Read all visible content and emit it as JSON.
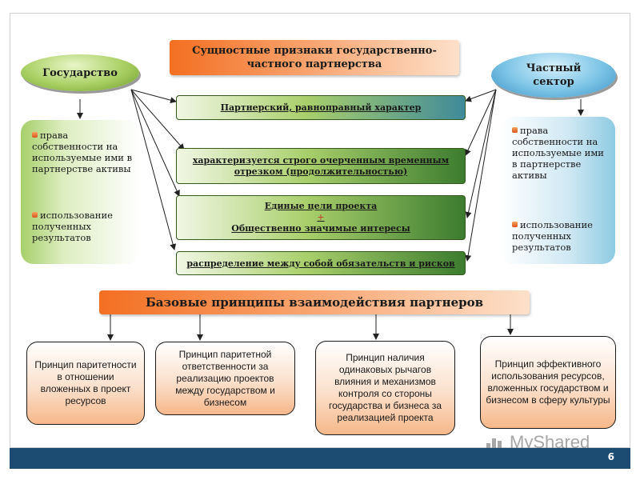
{
  "slide_number": "6",
  "title": "Сущностные признаки государственно-частного партнерства",
  "left_actor": {
    "label": "Государство",
    "items": [
      "права собственности на используемые ими в партнерстве активы",
      "использование полученных результатов"
    ]
  },
  "right_actor": {
    "label": "Частный сектор",
    "items": [
      "права собственности на используемые ими в партнерстве активы",
      "использование полученных результатов"
    ]
  },
  "features": {
    "f1": "Партнерский, равноправный характер",
    "f2": "характеризуется строго очерченным временным отрезком (продолжительностью)",
    "f3_line1": "Единые цели проекта",
    "f3_plus": "+",
    "f3_line2": "Общественно значимые интересы",
    "f4": "распределение между собой обязательств и рисков"
  },
  "principles_title": "Базовые принципы взаимодействия партнеров",
  "principles": [
    "Принцип паритетности в отношении вложенных в проект ресурсов",
    "Принцип паритетной ответственности за реализацию проектов между государством и бизнесом",
    "Принцип наличия одинаковых рычагов влияния и механизмов контроля со стороны государства и бизнеса за реализацией проекта",
    "Принцип эффективного использования ресурсов, вложенных государством и бизнесом в сферу культуры"
  ],
  "watermark": "MyShared",
  "colors": {
    "bottom_bar": "#1d4c72",
    "orange": "#f36f21",
    "green": "#3c7c2f",
    "blue": "#3b90c2"
  }
}
